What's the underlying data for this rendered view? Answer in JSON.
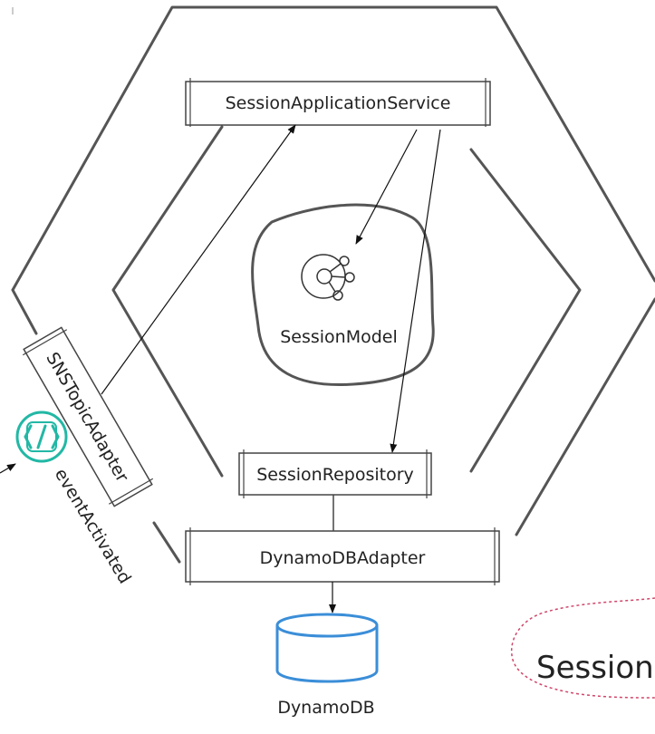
{
  "labels": {
    "application_service": "SessionApplicationService",
    "model": "SessionModel",
    "repository": "SessionRepository",
    "dynamo_adapter": "DynamoDBAdapter",
    "dynamo_db": "DynamoDB",
    "sns_adapter": "SNSTopicAdapter",
    "event": "eventActivated",
    "bounded_context": "Session"
  },
  "colors": {
    "hex_stroke": "#555555",
    "box_stroke": "#444444",
    "arrow": "#111111",
    "event_icon": "#22b8a5",
    "database": "#3b8ed8",
    "context_border": "#d0466a"
  }
}
